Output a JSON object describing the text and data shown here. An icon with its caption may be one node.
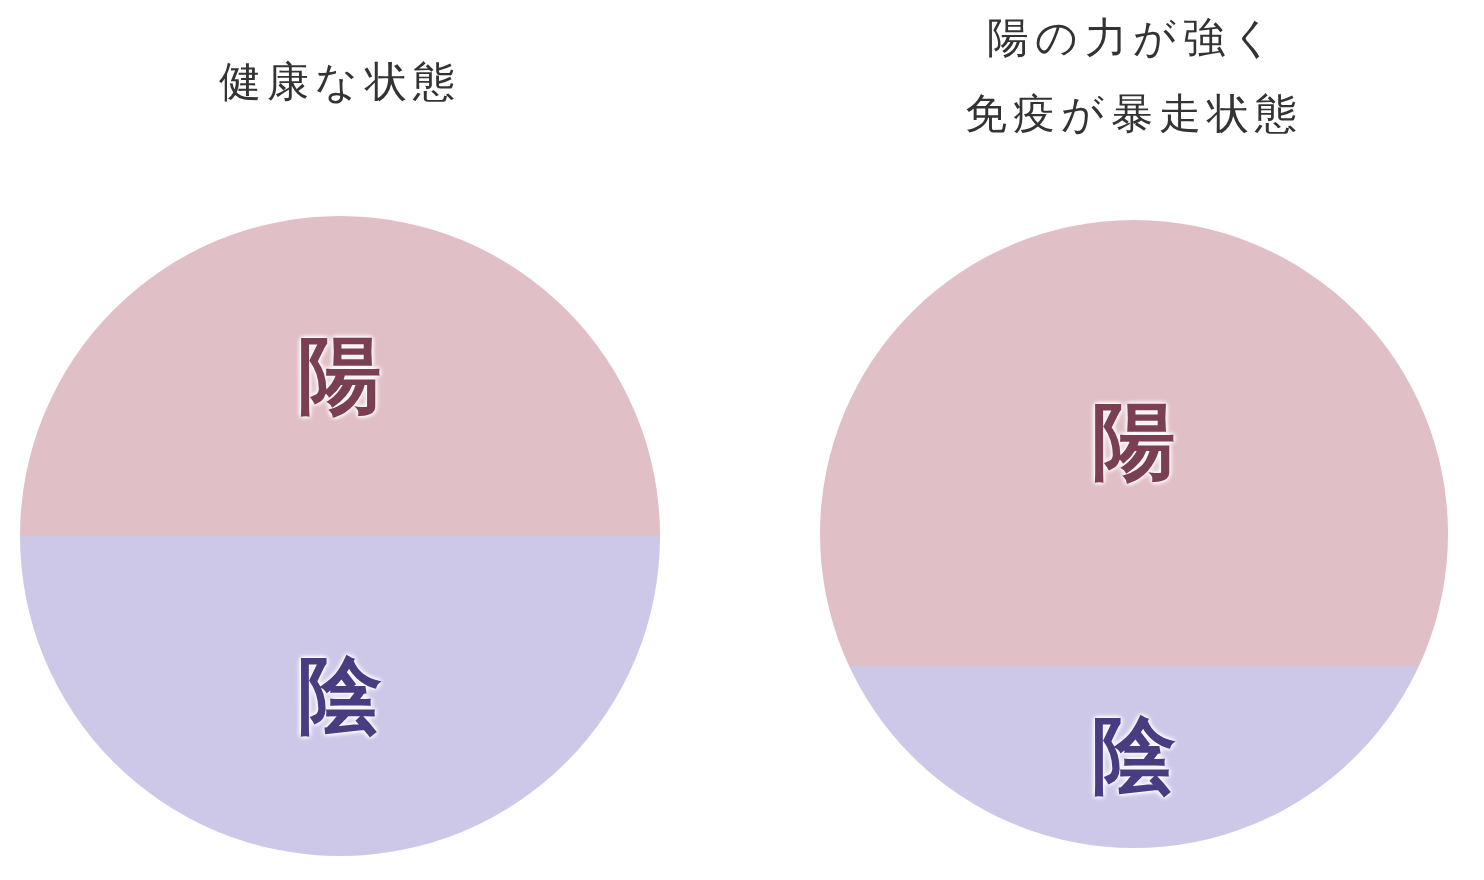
{
  "diagram": {
    "nodes": [
      {
        "text": [
          "健康な状態"
        ]
      },
      {
        "text": [
          "陽"
        ],
        "in": 0
      },
      {
        "text": [
          "陰"
        ],
        "in": 0
      },
      {
        "text": [
          "陽の力が強く免疫が暴走状態"
        ]
      },
      {
        "text": [
          "陽"
        ],
        "in": 3
      },
      {
        "text": [
          "陰"
        ],
        "in": 3
      }
    ]
  }
}
